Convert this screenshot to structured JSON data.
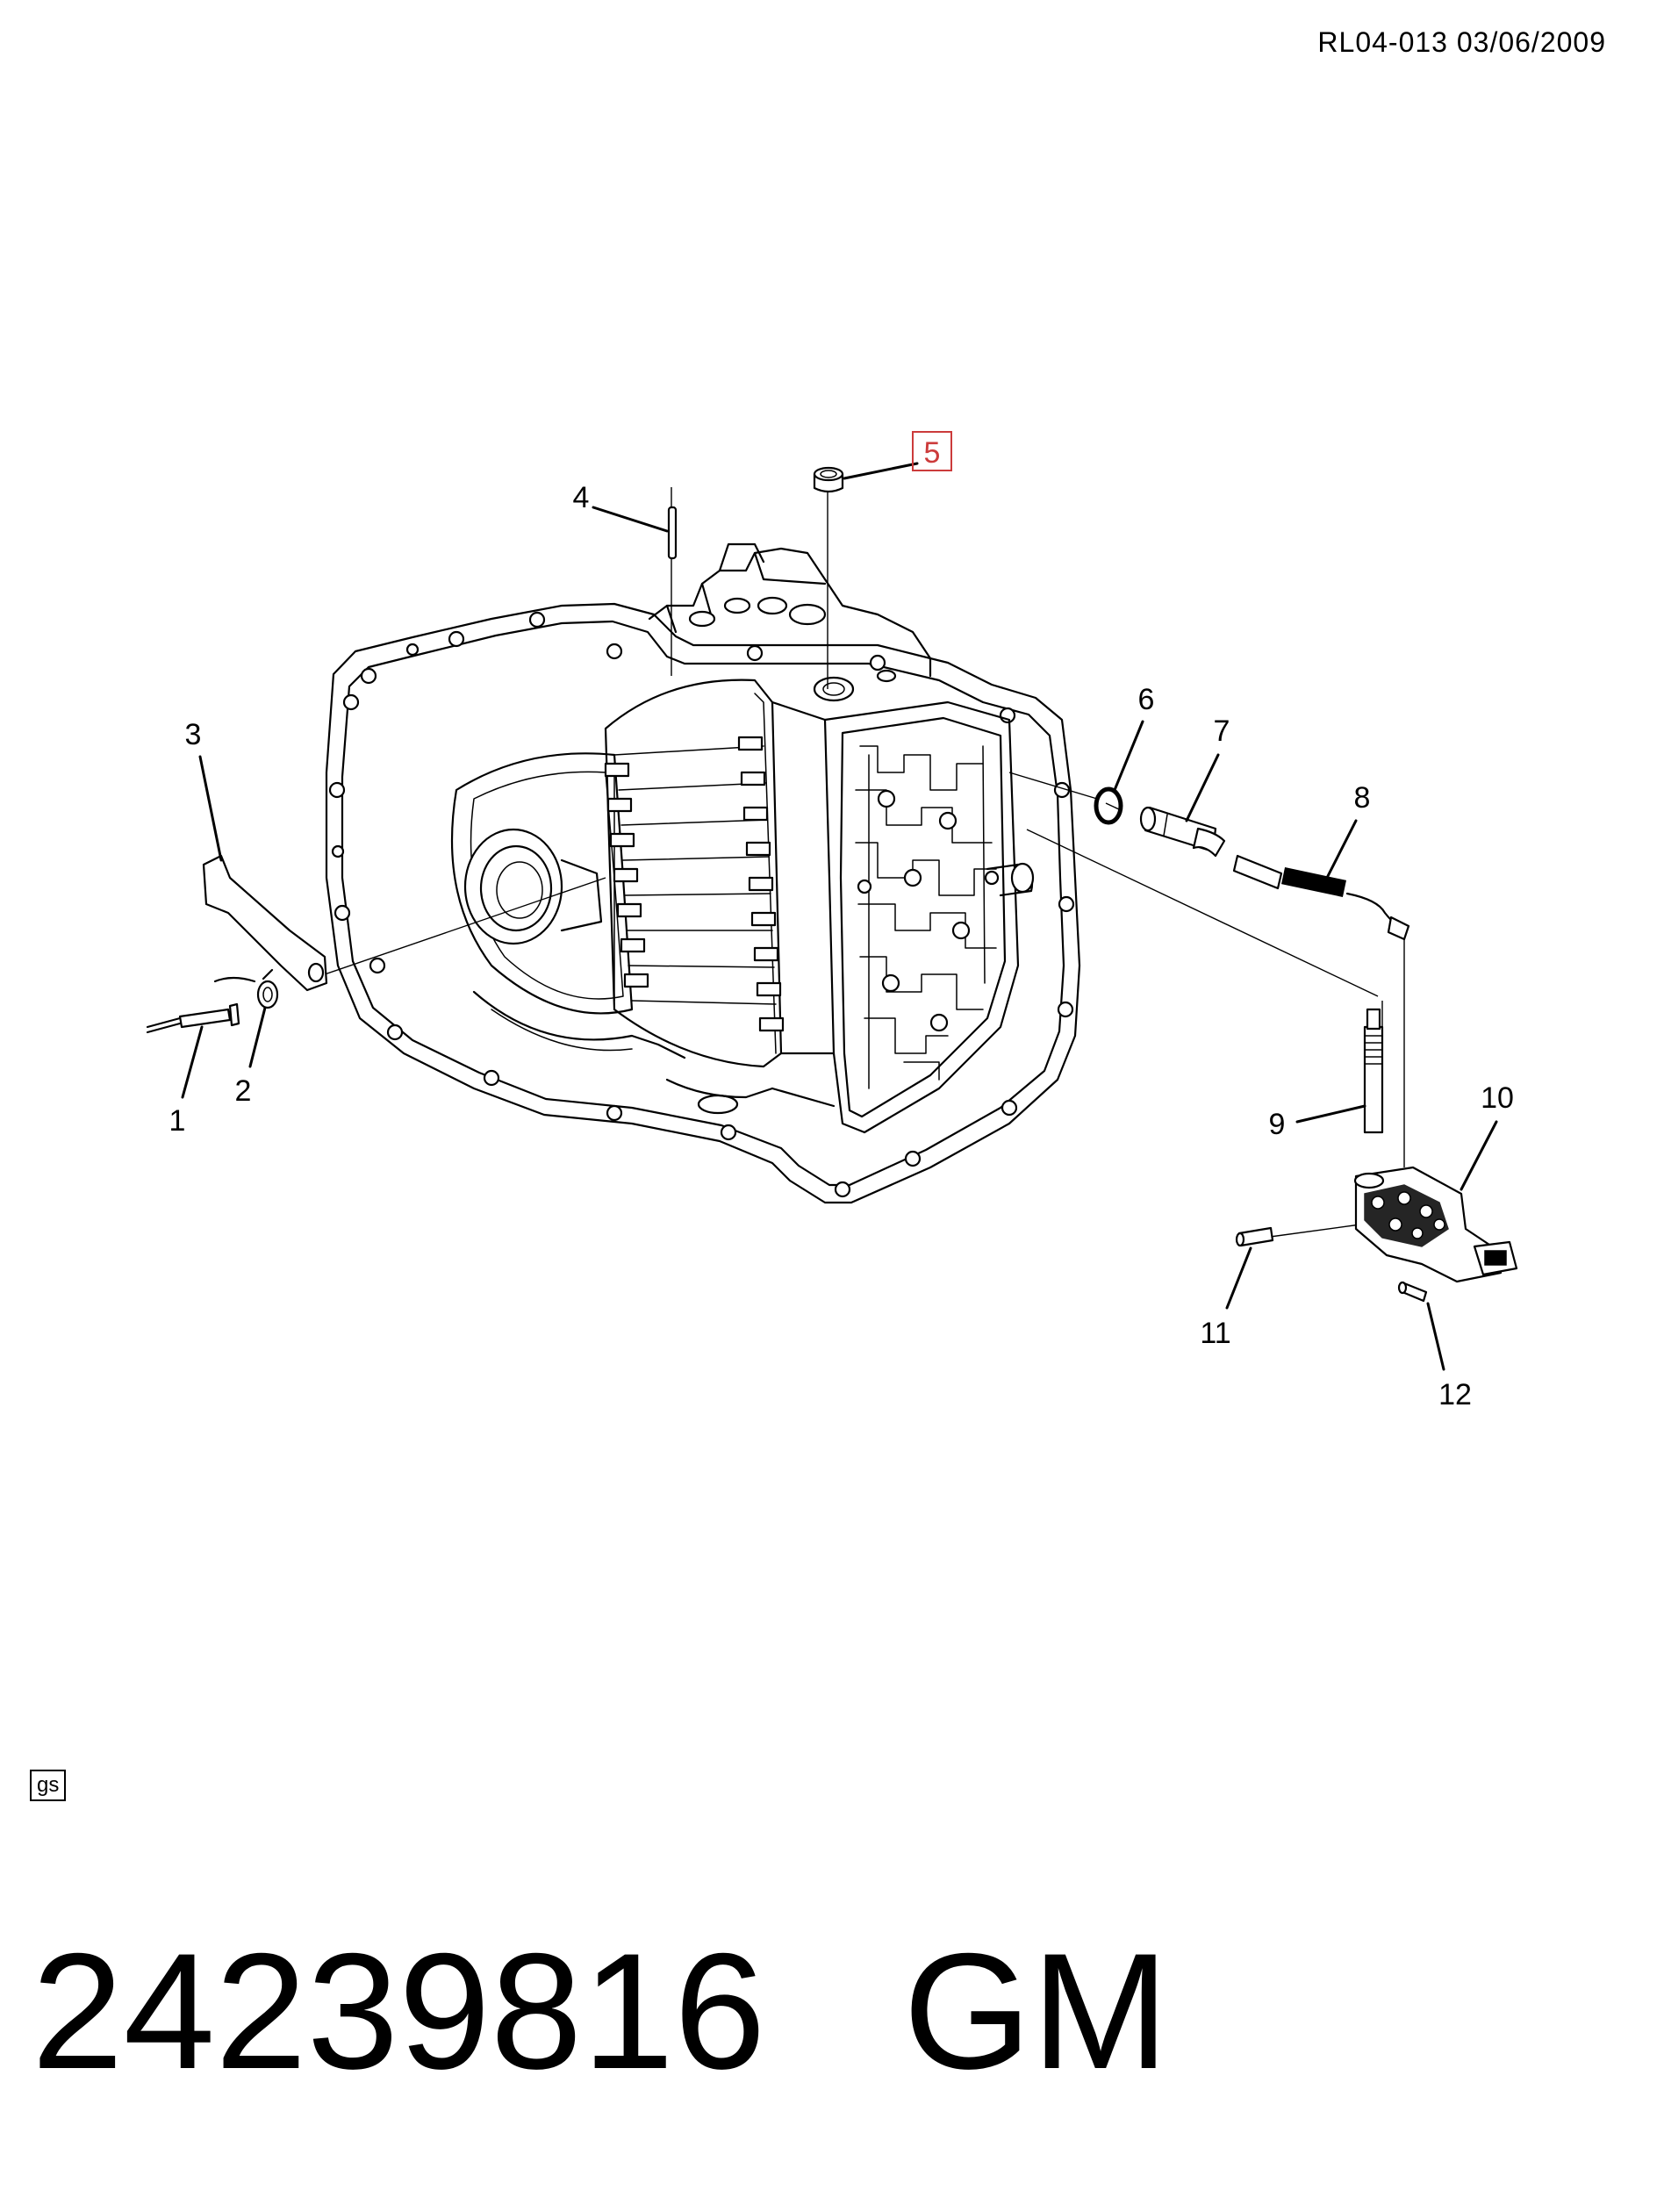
{
  "header": {
    "reference": "RL04-013  03/06/2009"
  },
  "callouts": [
    {
      "id": "1",
      "label": "1",
      "highlighted": false
    },
    {
      "id": "2",
      "label": "2",
      "highlighted": false
    },
    {
      "id": "3",
      "label": "3",
      "highlighted": false
    },
    {
      "id": "4",
      "label": "4",
      "highlighted": false
    },
    {
      "id": "5",
      "label": "5",
      "highlighted": true
    },
    {
      "id": "6",
      "label": "6",
      "highlighted": false
    },
    {
      "id": "7",
      "label": "7",
      "highlighted": false
    },
    {
      "id": "8",
      "label": "8",
      "highlighted": false
    },
    {
      "id": "9",
      "label": "9",
      "highlighted": false
    },
    {
      "id": "10",
      "label": "10",
      "highlighted": false
    },
    {
      "id": "11",
      "label": "11",
      "highlighted": false
    },
    {
      "id": "12",
      "label": "12",
      "highlighted": false
    }
  ],
  "badge": {
    "text": "gs"
  },
  "footer": {
    "part_number": "24239816",
    "brand": "GM"
  },
  "colors": {
    "highlight": "#cc3b3b",
    "line": "#000000",
    "background": "#ffffff"
  }
}
